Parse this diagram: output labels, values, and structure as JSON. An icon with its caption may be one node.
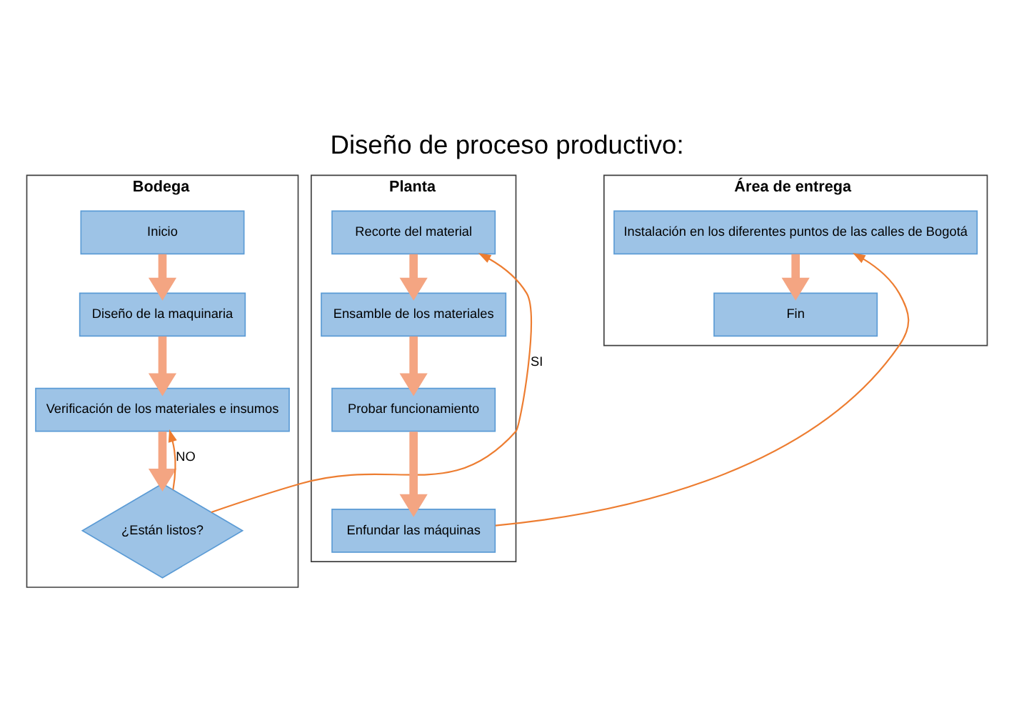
{
  "diagram": {
    "title": "Diseño de proceso productivo:",
    "nodes": [
      {
        "text": [
          "Bodega"
        ]
      },
      {
        "text": [
          "Inicio"
        ],
        "in": 0
      },
      {
        "text": [
          "Diseño de la maquinaria"
        ],
        "in": 0
      },
      {
        "text": [
          "Verificación de los materiales e insumos"
        ],
        "in": 0
      },
      {
        "text": [
          "¿Están listos?"
        ],
        "in": 0
      },
      {
        "text": [
          "Planta"
        ]
      },
      {
        "text": [
          "Recorte del material"
        ],
        "in": 5
      },
      {
        "text": [
          "Ensamble de los materiales"
        ],
        "in": 5
      },
      {
        "text": [
          "Probar funcionamiento"
        ],
        "in": 5
      },
      {
        "text": [
          "Enfundar las máquinas"
        ],
        "in": 5
      },
      {
        "text": [
          "Área de entrega"
        ]
      },
      {
        "text": [
          "Instalación en los diferentes puntos de las calles de Bogotá"
        ],
        "in": 10
      },
      {
        "text": [
          "Fin"
        ],
        "in": 10
      }
    ],
    "edges": [
      {
        "from": 1,
        "to": 2,
        "arrow": "to"
      },
      {
        "from": 2,
        "to": 3,
        "arrow": "to"
      },
      {
        "from": 3,
        "to": 4,
        "arrow": "to"
      },
      {
        "from": 4,
        "to": 3,
        "arrow": "to",
        "label": "NO",
        "color": "#ed7d31"
      },
      {
        "from": 4,
        "to": 6,
        "arrow": "to",
        "label": "SI",
        "color": "#ed7d31"
      },
      {
        "from": 6,
        "to": 7,
        "arrow": "to"
      },
      {
        "from": 7,
        "to": 8,
        "arrow": "to"
      },
      {
        "from": 8,
        "to": 9,
        "arrow": "to"
      },
      {
        "from": 9,
        "to": 11,
        "arrow": "to",
        "color": "#ed7d31"
      },
      {
        "from": 11,
        "to": 12,
        "arrow": "to"
      }
    ]
  }
}
